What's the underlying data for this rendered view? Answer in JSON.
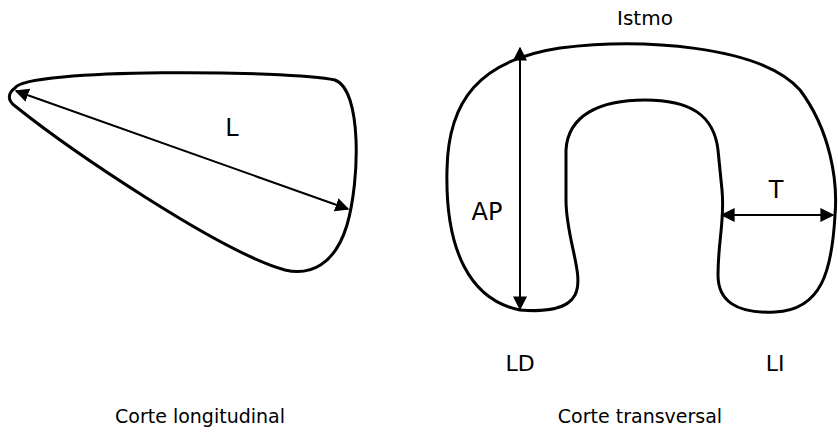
{
  "diagram": {
    "labels": [
      "L",
      "Istmo",
      "AP",
      "T",
      "LD",
      "LI",
      "Corte longitudinal",
      "Corte transversal"
    ]
  }
}
